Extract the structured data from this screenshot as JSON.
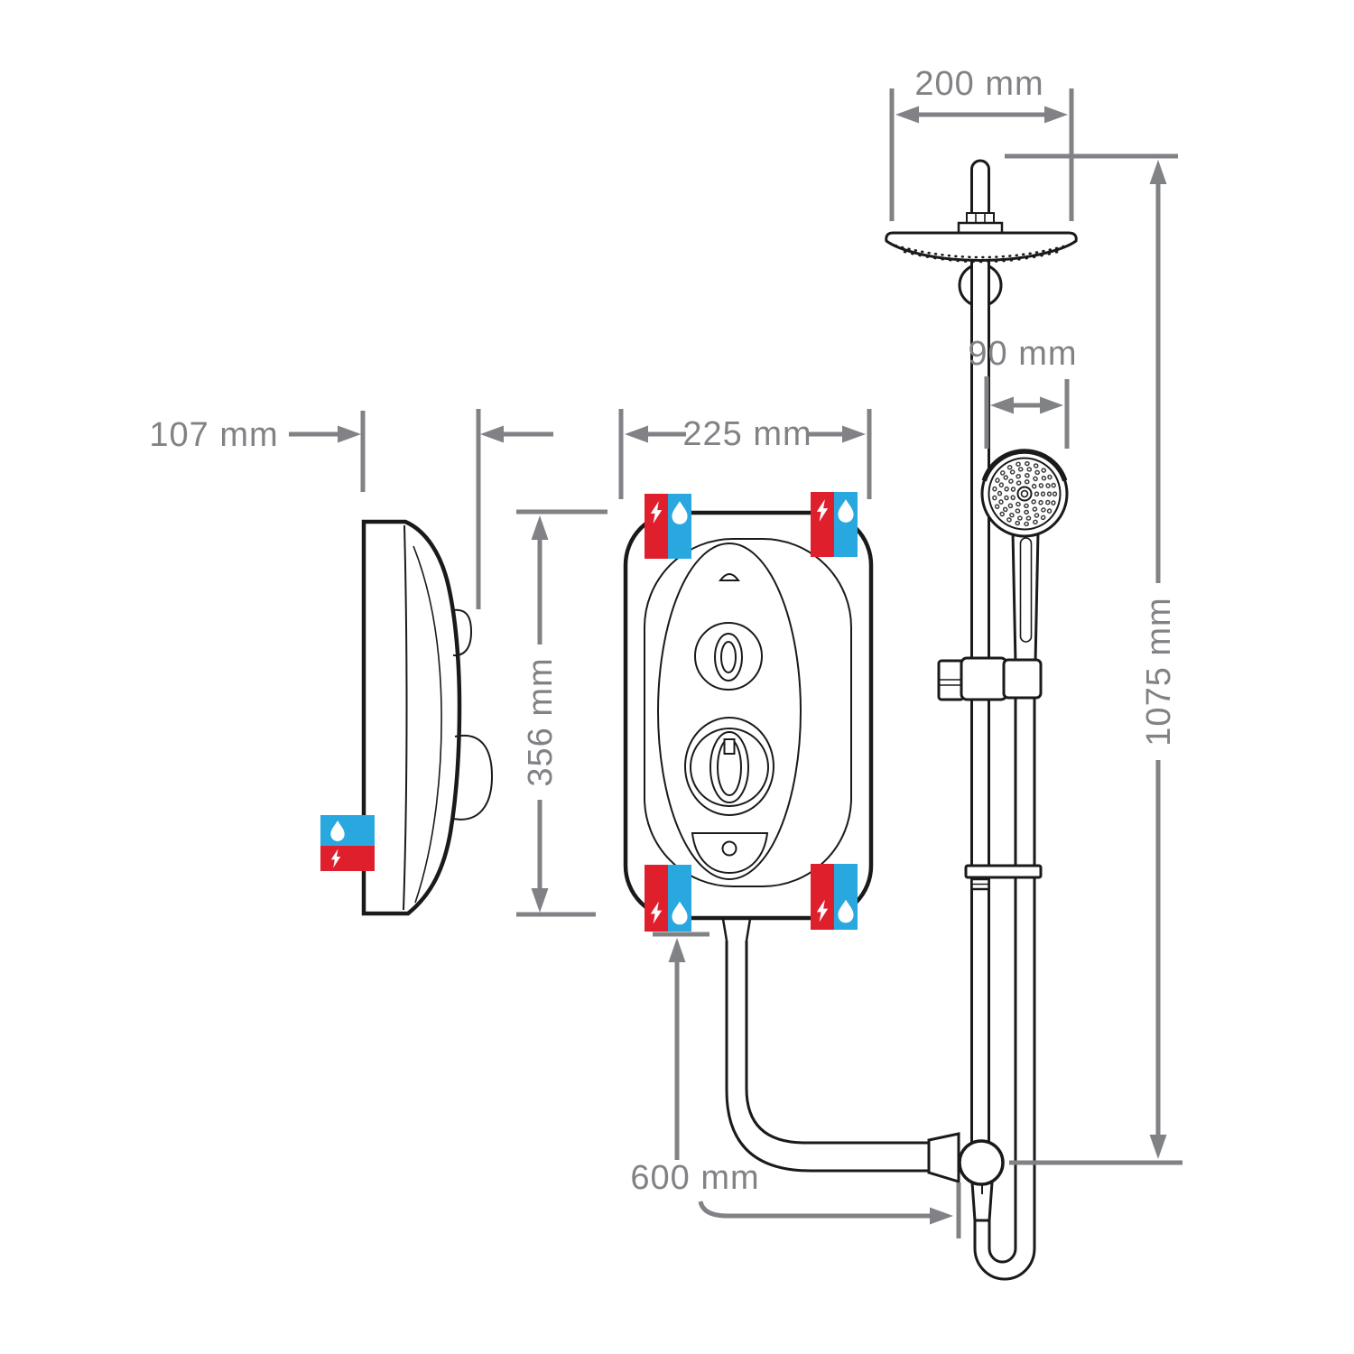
{
  "diagram": {
    "kind": "technical-dimension-diagram",
    "subject": "electric shower unit with riser rail, overhead drencher and handset",
    "views": [
      "side-view",
      "front-view",
      "rail-assembly"
    ]
  },
  "dimensions": {
    "overhead_width": "200 mm",
    "handset_width": "90 mm",
    "rail_height": "1075 mm",
    "unit_depth": "107 mm",
    "unit_width": "225 mm",
    "unit_height": "356 mm",
    "hose_length": "600 mm"
  },
  "colors": {
    "electric_red": "#E01F2D",
    "water_blue": "#29A8DF",
    "dimension_gray": "#808285",
    "linework_black": "#1A1A1A"
  },
  "icons": {
    "electric_supply": "lightning-icon",
    "water_supply": "water-droplet-icon"
  }
}
